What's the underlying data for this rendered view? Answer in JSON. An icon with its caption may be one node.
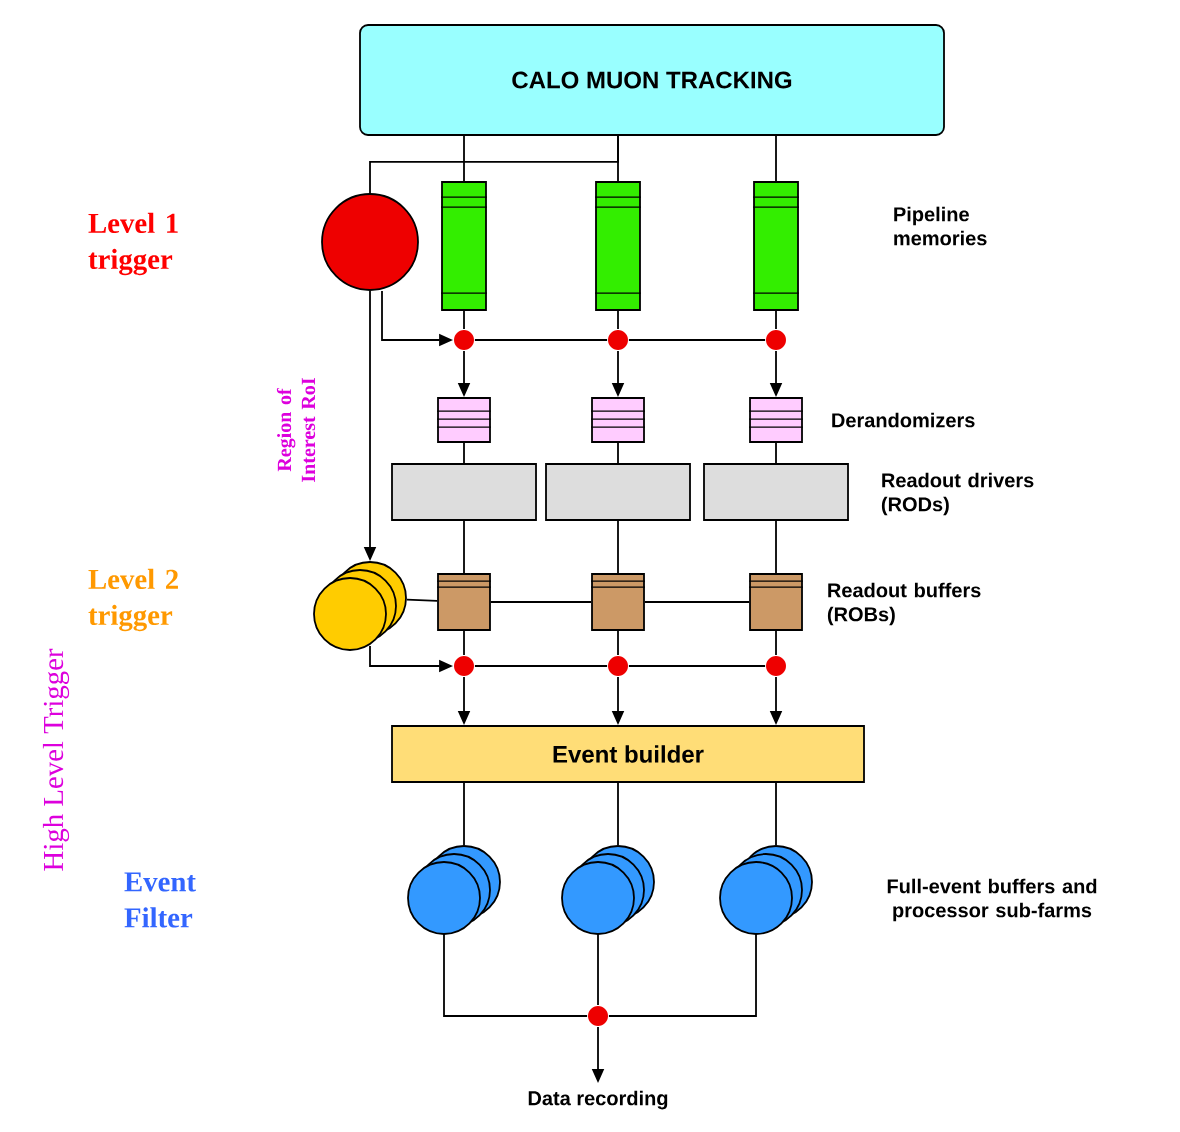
{
  "diagram": {
    "nodes": [
      {
        "text": [
          "CALO MUON TRACKING"
        ]
      },
      {
        "text": [],
        "shape": "circle"
      },
      {
        "text": [],
        "shape": "bar"
      },
      {
        "text": [],
        "shape": "bar"
      },
      {
        "text": [],
        "shape": "bar"
      },
      {
        "text": [],
        "shape": "circle"
      },
      {
        "text": [],
        "shape": "circle"
      },
      {
        "text": [],
        "shape": "circle"
      },
      {
        "text": [],
        "shape": "box"
      },
      {
        "text": [],
        "shape": "box"
      },
      {
        "text": [],
        "shape": "box"
      },
      {
        "text": [],
        "shape": "box"
      },
      {
        "text": [],
        "shape": "box"
      },
      {
        "text": [],
        "shape": "box"
      },
      {
        "text": [],
        "shape": "circle"
      },
      {
        "text": [],
        "shape": "box"
      },
      {
        "text": [],
        "shape": "box"
      },
      {
        "text": [],
        "shape": "box"
      },
      {
        "text": [],
        "shape": "circle"
      },
      {
        "text": [],
        "shape": "circle"
      },
      {
        "text": [],
        "shape": "circle"
      },
      {
        "text": [
          "Event builder"
        ]
      },
      {
        "text": [],
        "shape": "circle"
      },
      {
        "text": [],
        "shape": "circle"
      },
      {
        "text": [],
        "shape": "circle"
      },
      {
        "text": [],
        "shape": "circle"
      },
      {
        "text": [
          "Data recording"
        ]
      }
    ],
    "edges": [
      {
        "from": 0,
        "to": 2,
        "arrow": "none"
      },
      {
        "from": 0,
        "to": 3,
        "arrow": "none"
      },
      {
        "from": 0,
        "to": 4,
        "arrow": "none"
      },
      {
        "from": 0,
        "to": 1,
        "arrow": "none"
      },
      {
        "from": 2,
        "to": 5,
        "arrow": "none"
      },
      {
        "from": 3,
        "to": 6,
        "arrow": "none"
      },
      {
        "from": 4,
        "to": 7,
        "arrow": "none"
      },
      {
        "from": 1,
        "to": 5,
        "arrow": "to"
      },
      {
        "from": 5,
        "to": 6,
        "arrow": "none"
      },
      {
        "from": 6,
        "to": 7,
        "arrow": "none"
      },
      {
        "from": 5,
        "to": 8,
        "arrow": "to"
      },
      {
        "from": 6,
        "to": 9,
        "arrow": "to"
      },
      {
        "from": 7,
        "to": 10,
        "arrow": "to"
      },
      {
        "from": 8,
        "to": 11,
        "arrow": "none"
      },
      {
        "from": 9,
        "to": 12,
        "arrow": "none"
      },
      {
        "from": 10,
        "to": 13,
        "arrow": "none"
      },
      {
        "from": 11,
        "to": 15,
        "arrow": "none"
      },
      {
        "from": 12,
        "to": 16,
        "arrow": "none"
      },
      {
        "from": 13,
        "to": 17,
        "arrow": "none"
      },
      {
        "from": 1,
        "to": 14,
        "arrow": "to"
      },
      {
        "from": 14,
        "to": 15,
        "arrow": "none"
      },
      {
        "from": 15,
        "to": 16,
        "arrow": "none"
      },
      {
        "from": 16,
        "to": 17,
        "arrow": "none"
      },
      {
        "from": 15,
        "to": 18,
        "arrow": "none"
      },
      {
        "from": 16,
        "to": 19,
        "arrow": "none"
      },
      {
        "from": 17,
        "to": 20,
        "arrow": "none"
      },
      {
        "from": 14,
        "to": 18,
        "arrow": "to"
      },
      {
        "from": 18,
        "to": 19,
        "arrow": "none"
      },
      {
        "from": 19,
        "to": 20,
        "arrow": "none"
      },
      {
        "from": 18,
        "to": 21,
        "arrow": "to"
      },
      {
        "from": 19,
        "to": 21,
        "arrow": "to"
      },
      {
        "from": 20,
        "to": 21,
        "arrow": "to"
      },
      {
        "from": 21,
        "to": 22,
        "arrow": "none"
      },
      {
        "from": 21,
        "to": 23,
        "arrow": "none"
      },
      {
        "from": 21,
        "to": 24,
        "arrow": "none"
      },
      {
        "from": 22,
        "to": 25,
        "arrow": "none"
      },
      {
        "from": 23,
        "to": 25,
        "arrow": "none"
      },
      {
        "from": 24,
        "to": 25,
        "arrow": "none"
      },
      {
        "from": 25,
        "to": 26,
        "arrow": "to"
      }
    ],
    "labels": [
      "Level 1 trigger",
      "Pipeline memories",
      "Region of Interest RoI",
      "Derandomizers",
      "Readout drivers (RODs)",
      "Level 2 trigger",
      "Readout buffers (ROBs)",
      "High Level Trigger",
      "Event Filter",
      "Full-event buffers and processor sub-farms"
    ]
  }
}
